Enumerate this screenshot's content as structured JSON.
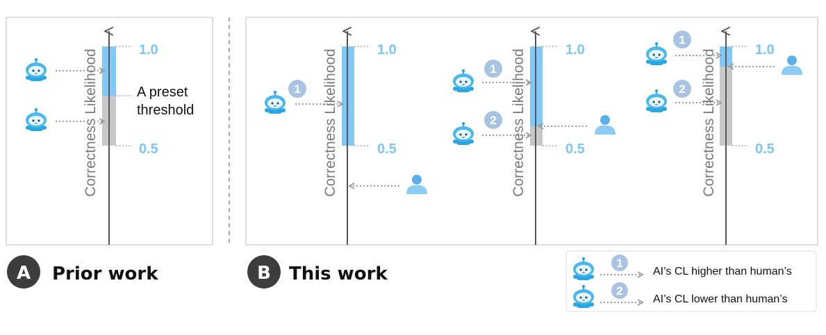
{
  "axis": {
    "label": "Correctness Likelihood",
    "top": "1.0",
    "bottom": "0.5"
  },
  "panel_a": {
    "letter": "A",
    "title": "Prior work",
    "threshold_line1": "A preset",
    "threshold_line2": "threshold"
  },
  "panel_b": {
    "letter": "B",
    "title": "This work"
  },
  "badges": {
    "one": "1",
    "two": "2"
  },
  "legend": {
    "higher": "AI’s CL higher than human’s",
    "lower": "AI’s CL lower than human’s"
  },
  "colors": {
    "blue_bar": "#82c8f6",
    "gray_bar": "#c8c8c8",
    "value_text": "#7cc6f2",
    "badge": "#a9c3e2",
    "human": "#6bb4ec"
  }
}
